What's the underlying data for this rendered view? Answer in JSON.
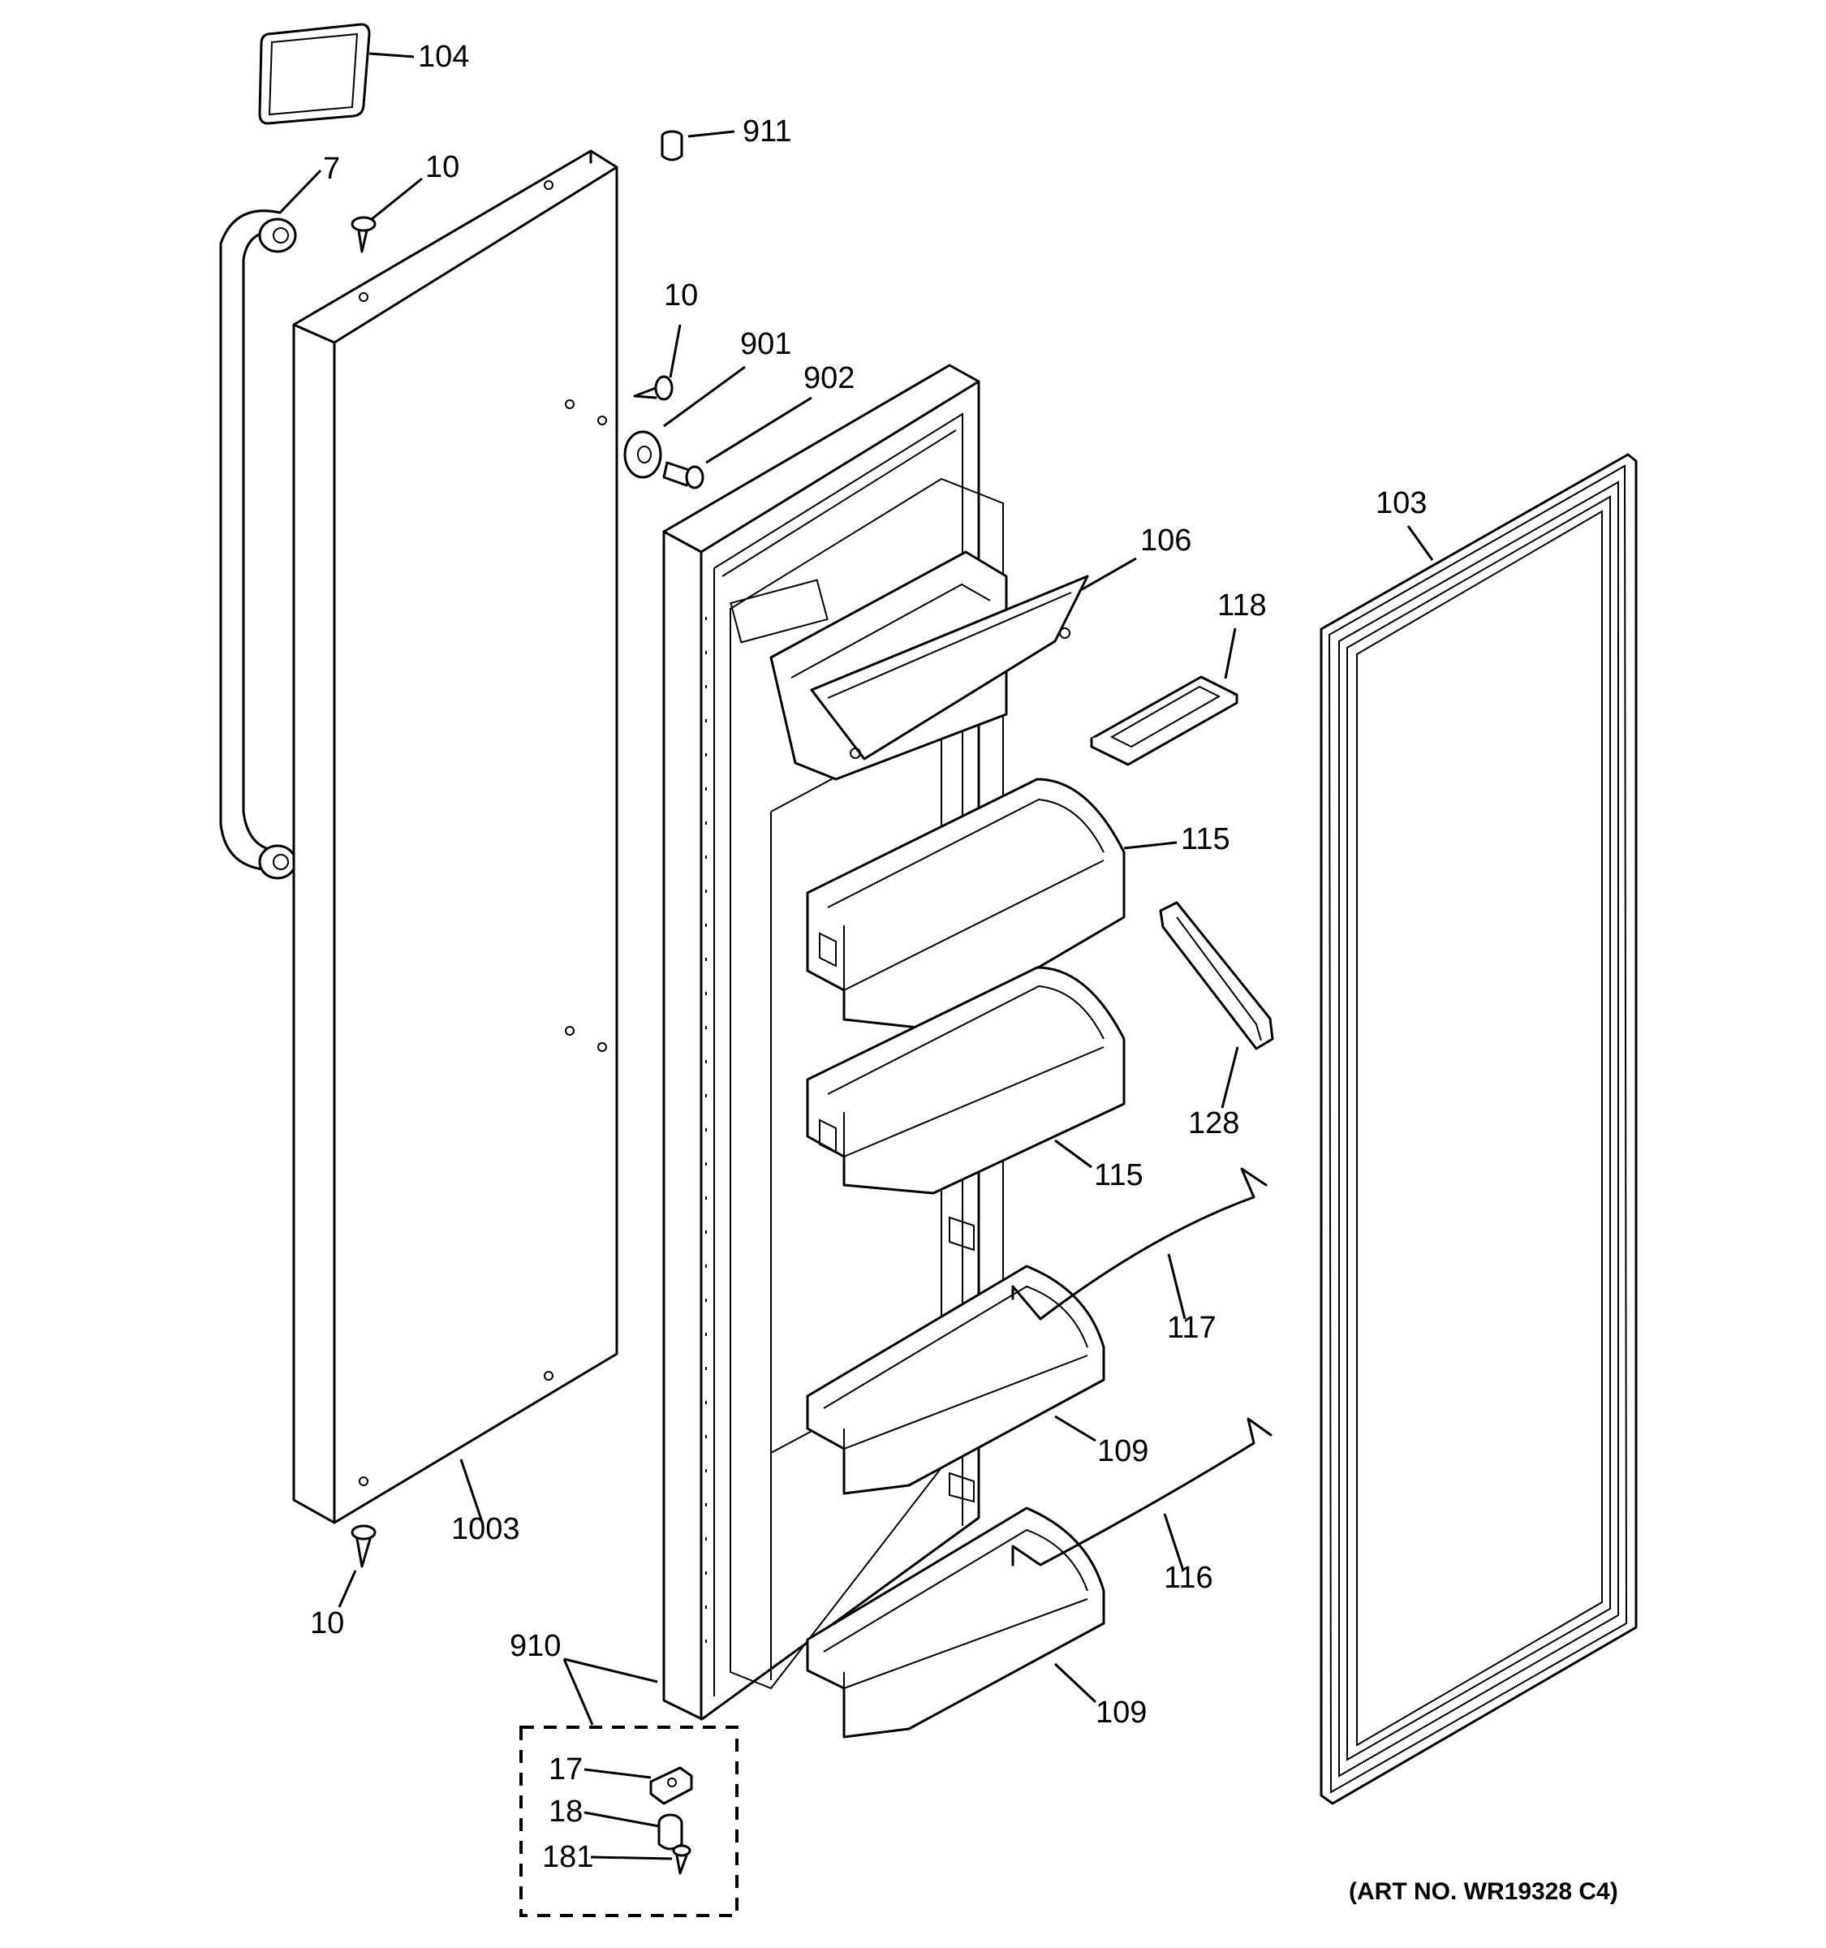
{
  "diagram": {
    "art_number": "(ART NO. WR19328 C4)",
    "callouts": [
      "104",
      "911",
      "7",
      "10",
      "10",
      "901",
      "902",
      "106",
      "118",
      "103",
      "115",
      "115",
      "128",
      "117",
      "109",
      "116",
      "109",
      "1003",
      "10",
      "910",
      "17",
      "18",
      "181"
    ]
  }
}
